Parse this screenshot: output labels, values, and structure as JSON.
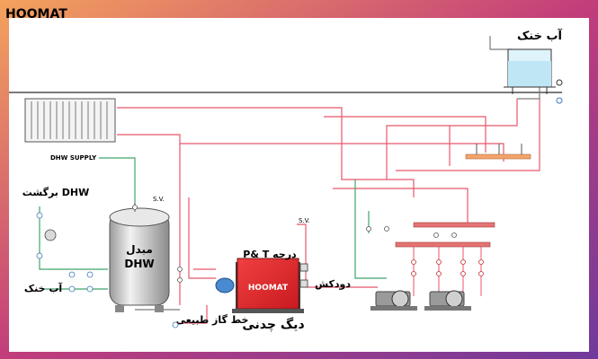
{
  "brand": {
    "logo_text": "HOOMAT",
    "boiler_logo_text": "HOOMAT"
  },
  "labels": {
    "cold_water_tank": "آب خنک",
    "dhw_supply": "DHW SUPPLY",
    "dhw_return": "برگشت DHW",
    "cold_water_inlet": "آب خنک",
    "exchanger_line1": "مبدل",
    "exchanger_line2": "DHW",
    "sv_exchanger": "S.V.",
    "sv_boiler": "S.V.",
    "pt_gauge": "P& T درجه",
    "chimney": "دودکش",
    "gas_line": "خط گاز طبیعی",
    "boiler": "دیگ چدنی"
  },
  "colors": {
    "frame_gradient": [
      "#f2a05a",
      "#c03a7a",
      "#7a3a9a"
    ],
    "hot_pipe": "#e8566a",
    "cold_pipe": "#3fa56a",
    "neutral_pipe": "#7a7a7a",
    "boiler_red": "#e8262a",
    "header_pink": "#e57373",
    "header_orange": "#f2a36b"
  }
}
